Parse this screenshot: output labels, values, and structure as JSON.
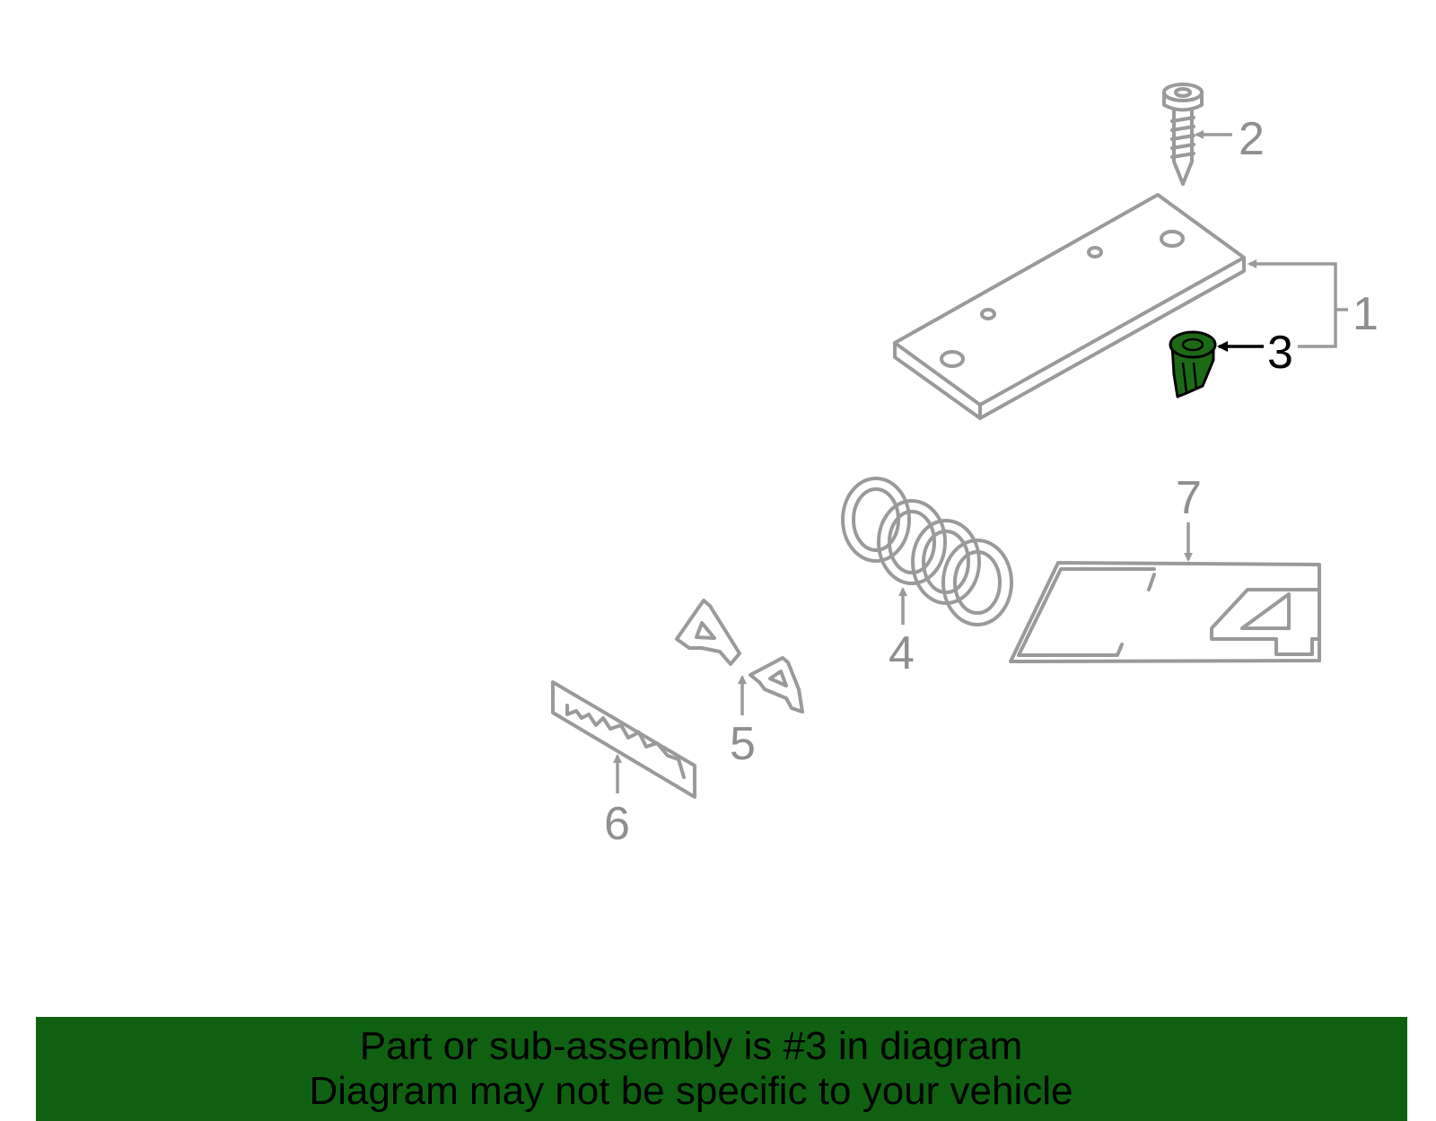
{
  "diagram": {
    "callouts": {
      "c1": "1",
      "c2": "2",
      "c3": "3",
      "c4": "4",
      "c5": "5",
      "c6": "6",
      "c7": "7"
    },
    "highlighted_part": "3",
    "colors": {
      "part_outline": "#9a9a9a",
      "callout_text": "#8f8f8f",
      "highlight_fill": "#1d6a16",
      "highlight_text": "#000000",
      "banner_background": "#0f6111"
    }
  },
  "banner": {
    "line1": "Part or sub-assembly is #3 in diagram",
    "line2": "Diagram may not be specific to your vehicle"
  }
}
